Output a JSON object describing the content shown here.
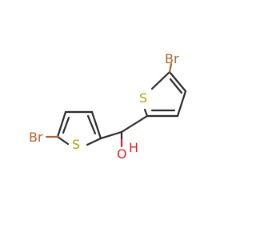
{
  "molecule": {
    "atoms": {
      "br_left": {
        "symbol": "Br",
        "color": "#b0622a"
      },
      "s_left": {
        "symbol": "S",
        "color": "#b8a000"
      },
      "br_right": {
        "symbol": "Br",
        "color": "#b0622a"
      },
      "s_right": {
        "symbol": "S",
        "color": "#b8a000"
      },
      "o": {
        "symbol": "O",
        "color": "#e02020"
      },
      "h": {
        "symbol": "H",
        "color": "#e02020"
      }
    }
  }
}
